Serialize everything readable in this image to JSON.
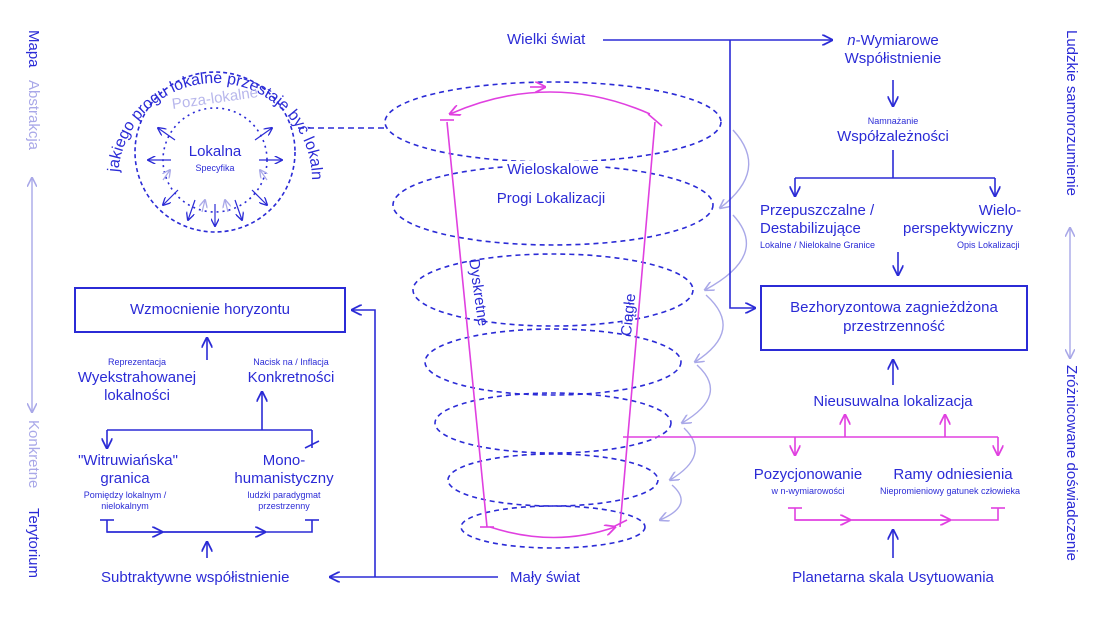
{
  "left_axis": {
    "top_label": "Mapa",
    "mid_top_label": "Abstrakcja",
    "mid_bottom_label": "Konkretne",
    "bottom_label": "Terytorium"
  },
  "right_axis": {
    "top_label": "Ludzkie samorozumienie",
    "bottom_label": "Zróżnicowane doświadczenie"
  },
  "circle": {
    "arc_text": "Od jakiego progu lokalne przestaje być lokalne?",
    "outer_label": "Poza-lokalne",
    "inner_label": "Lokalna",
    "inner_sub": "Specyfika"
  },
  "center": {
    "top": "Wielki świat",
    "bottom": "Mały świat",
    "multiscale_1": "Wieloskalowe",
    "multiscale_2": "Progi Lokalizacji",
    "discrete": "Dyskretne",
    "continuous": "Ciągłe"
  },
  "left": {
    "horizon_box": "Wzmocnienie horyzontu",
    "rep_small": "Reprezentacja",
    "rep_big_1": "Wyekstrahowanej",
    "rep_big_2": "lokalności",
    "nacisk_small": "Nacisk na / Inflacja",
    "nacisk_big": "Konkretności",
    "vitr_big_1": "\"Witruwiańska\"",
    "vitr_big_2": "granica",
    "vitr_small_1": "Pomiędzy lokalnym /",
    "vitr_small_2": "nielokalnym",
    "mono_big_1": "Mono-",
    "mono_big_2": "humanistyczny",
    "mono_small_1": "ludzki paradygmat",
    "mono_small_2": "przestrzenny",
    "subtractive": "Subtraktywne współistnienie"
  },
  "right": {
    "ndim_prefix": "n",
    "ndim_1": "-Wymiarowe",
    "ndim_2": "Współistnienie",
    "namn_small": "Namnażanie",
    "namn_big": "Współzależności",
    "przep_1": "Przepuszczalne /",
    "przep_2": "Destabilizujące",
    "przep_small": "Lokalne / Nielokalne Granice",
    "wielo_1": "Wielo-",
    "wielo_2": "perspektywiczny",
    "wielo_small": "Opis Lokalizacji",
    "bezhor_box_1": "Bezhoryzontowa zagnieżdżona",
    "bezhor_box_2": "przestrzenność",
    "nieusuwalna": "Nieusuwalna lokalizacja",
    "pozycj_big": "Pozycjonowanie",
    "pozycj_small": "w n-wymiarowości",
    "ramy_big": "Ramy odniesienia",
    "ramy_small": "Niepromieniowy gatunek człowieka",
    "planetarna": "Planetarna skala Usytuowania"
  },
  "colors": {
    "blue": "#2b2bd6",
    "magenta": "#e040e0",
    "light": "#a9a8e8"
  }
}
